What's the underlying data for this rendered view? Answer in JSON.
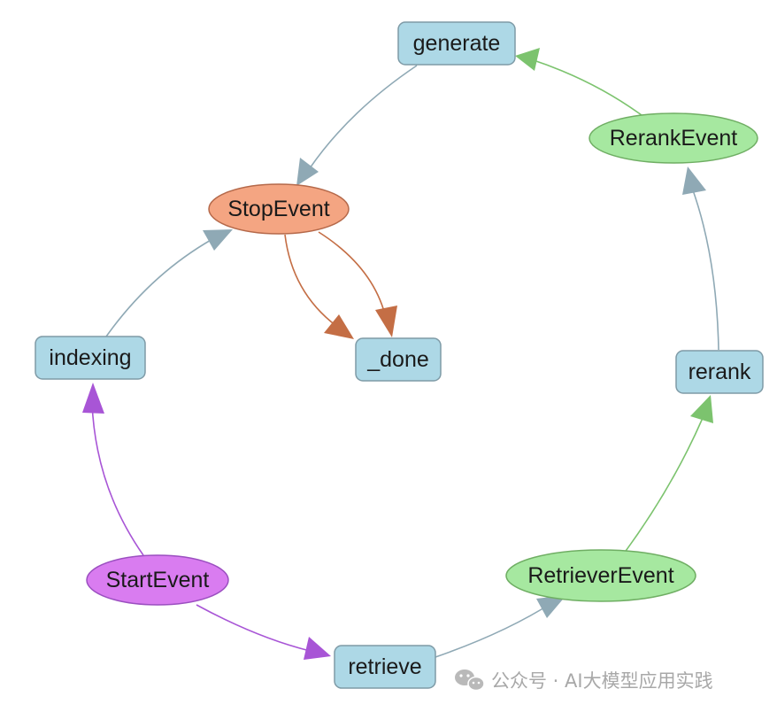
{
  "diagram": {
    "nodes": {
      "generate": {
        "label": "generate",
        "shape": "step",
        "color": "#add8e6"
      },
      "stop_event": {
        "label": "StopEvent",
        "shape": "event",
        "color": "#f4a582"
      },
      "rerank_event": {
        "label": "RerankEvent",
        "shape": "event",
        "color": "#a6e8a0"
      },
      "indexing": {
        "label": "indexing",
        "shape": "step",
        "color": "#add8e6"
      },
      "done": {
        "label": "_done",
        "shape": "step",
        "color": "#add8e6"
      },
      "rerank": {
        "label": "rerank",
        "shape": "step",
        "color": "#add8e6"
      },
      "start_event": {
        "label": "StartEvent",
        "shape": "event",
        "color": "#d97cf0"
      },
      "retriever_event": {
        "label": "RetrieverEvent",
        "shape": "event",
        "color": "#a6e8a0"
      },
      "retrieve": {
        "label": "retrieve",
        "shape": "step",
        "color": "#add8e6"
      }
    },
    "edges": [
      {
        "from": "generate",
        "to": "stop_event",
        "color": "#8fa9b5"
      },
      {
        "from": "rerank_event",
        "to": "generate",
        "color": "#7cc36e"
      },
      {
        "from": "indexing",
        "to": "stop_event",
        "color": "#8fa9b5"
      },
      {
        "from": "stop_event",
        "to": "done",
        "color": "#c46e45"
      },
      {
        "from": "stop_event",
        "to": "done",
        "color": "#c46e45"
      },
      {
        "from": "rerank",
        "to": "rerank_event",
        "color": "#8fa9b5"
      },
      {
        "from": "retriever_event",
        "to": "rerank",
        "color": "#7cc36e"
      },
      {
        "from": "start_event",
        "to": "indexing",
        "color": "#a855d6"
      },
      {
        "from": "start_event",
        "to": "retrieve",
        "color": "#a855d6"
      },
      {
        "from": "retrieve",
        "to": "retriever_event",
        "color": "#8fa9b5"
      }
    ]
  },
  "watermark": {
    "icon": "wechat-icon",
    "text": "公众号 · AI大模型应用实践"
  }
}
